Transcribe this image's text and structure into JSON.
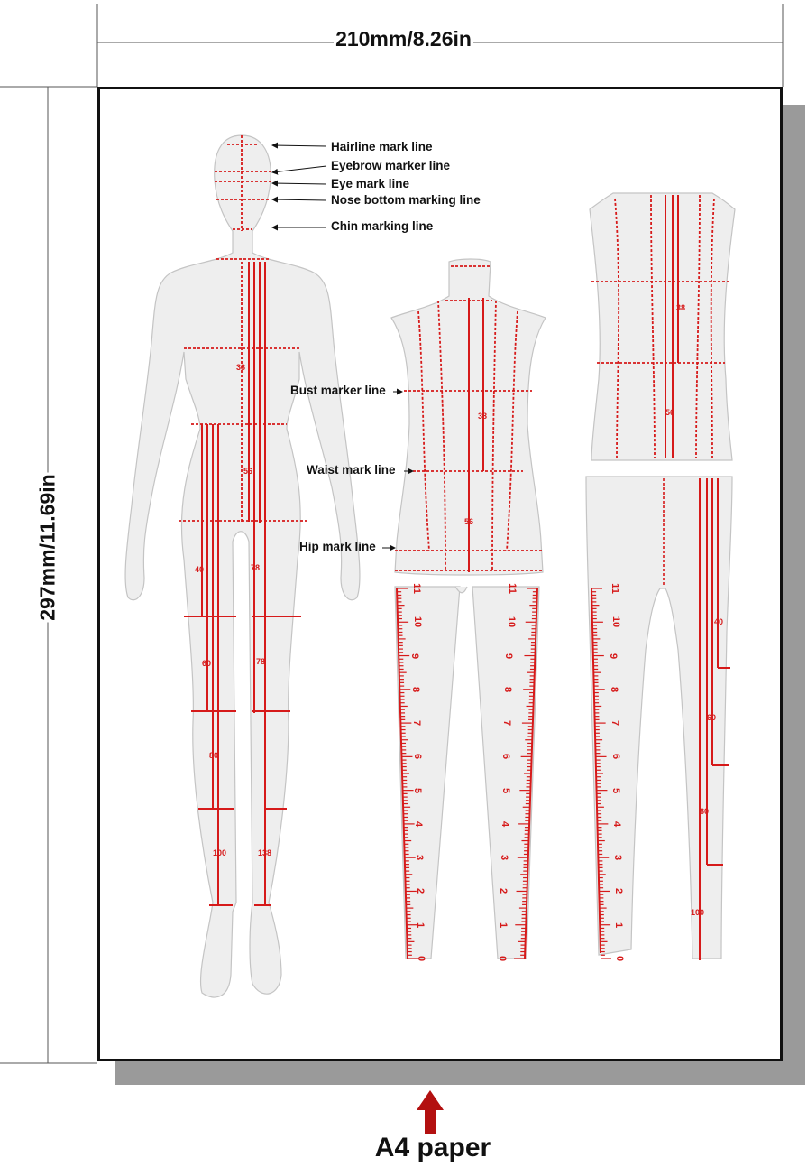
{
  "dimensions": {
    "width_label": "210mm/8.26in",
    "height_label": "297mm/11.69in"
  },
  "labels": {
    "hairline": "Hairline mark line",
    "eyebrow": "Eyebrow marker line",
    "eye": "Eye mark line",
    "nose": "Nose bottom marking line",
    "chin": "Chin marking line",
    "bust": "Bust marker line",
    "waist": "Waist mark line",
    "hip": "Hip mark line"
  },
  "figure_numbers": {
    "torso_38": "38",
    "torso_56": "56",
    "leg_40": "40",
    "leg_60": "60",
    "leg_80": "80",
    "leg_100": "100",
    "leg_78a": "78",
    "leg_78b": "78",
    "leg_138": "138"
  },
  "bodice_numbers": {
    "b38": "38",
    "b56": "56"
  },
  "top_numbers": {
    "t38": "38",
    "t56": "56"
  },
  "pants_numbers": {
    "p40": "40",
    "p60": "60",
    "p80": "80",
    "p100": "100"
  },
  "ruler_numbers": [
    "0",
    "1",
    "2",
    "3",
    "4",
    "5",
    "6",
    "7",
    "8",
    "9",
    "10",
    "11"
  ],
  "caption": "A4 paper",
  "colors": {
    "accent": "#d61a1a",
    "arrow": "#b31010",
    "template": "#eeeeee",
    "outline": "#bdbdbd"
  }
}
